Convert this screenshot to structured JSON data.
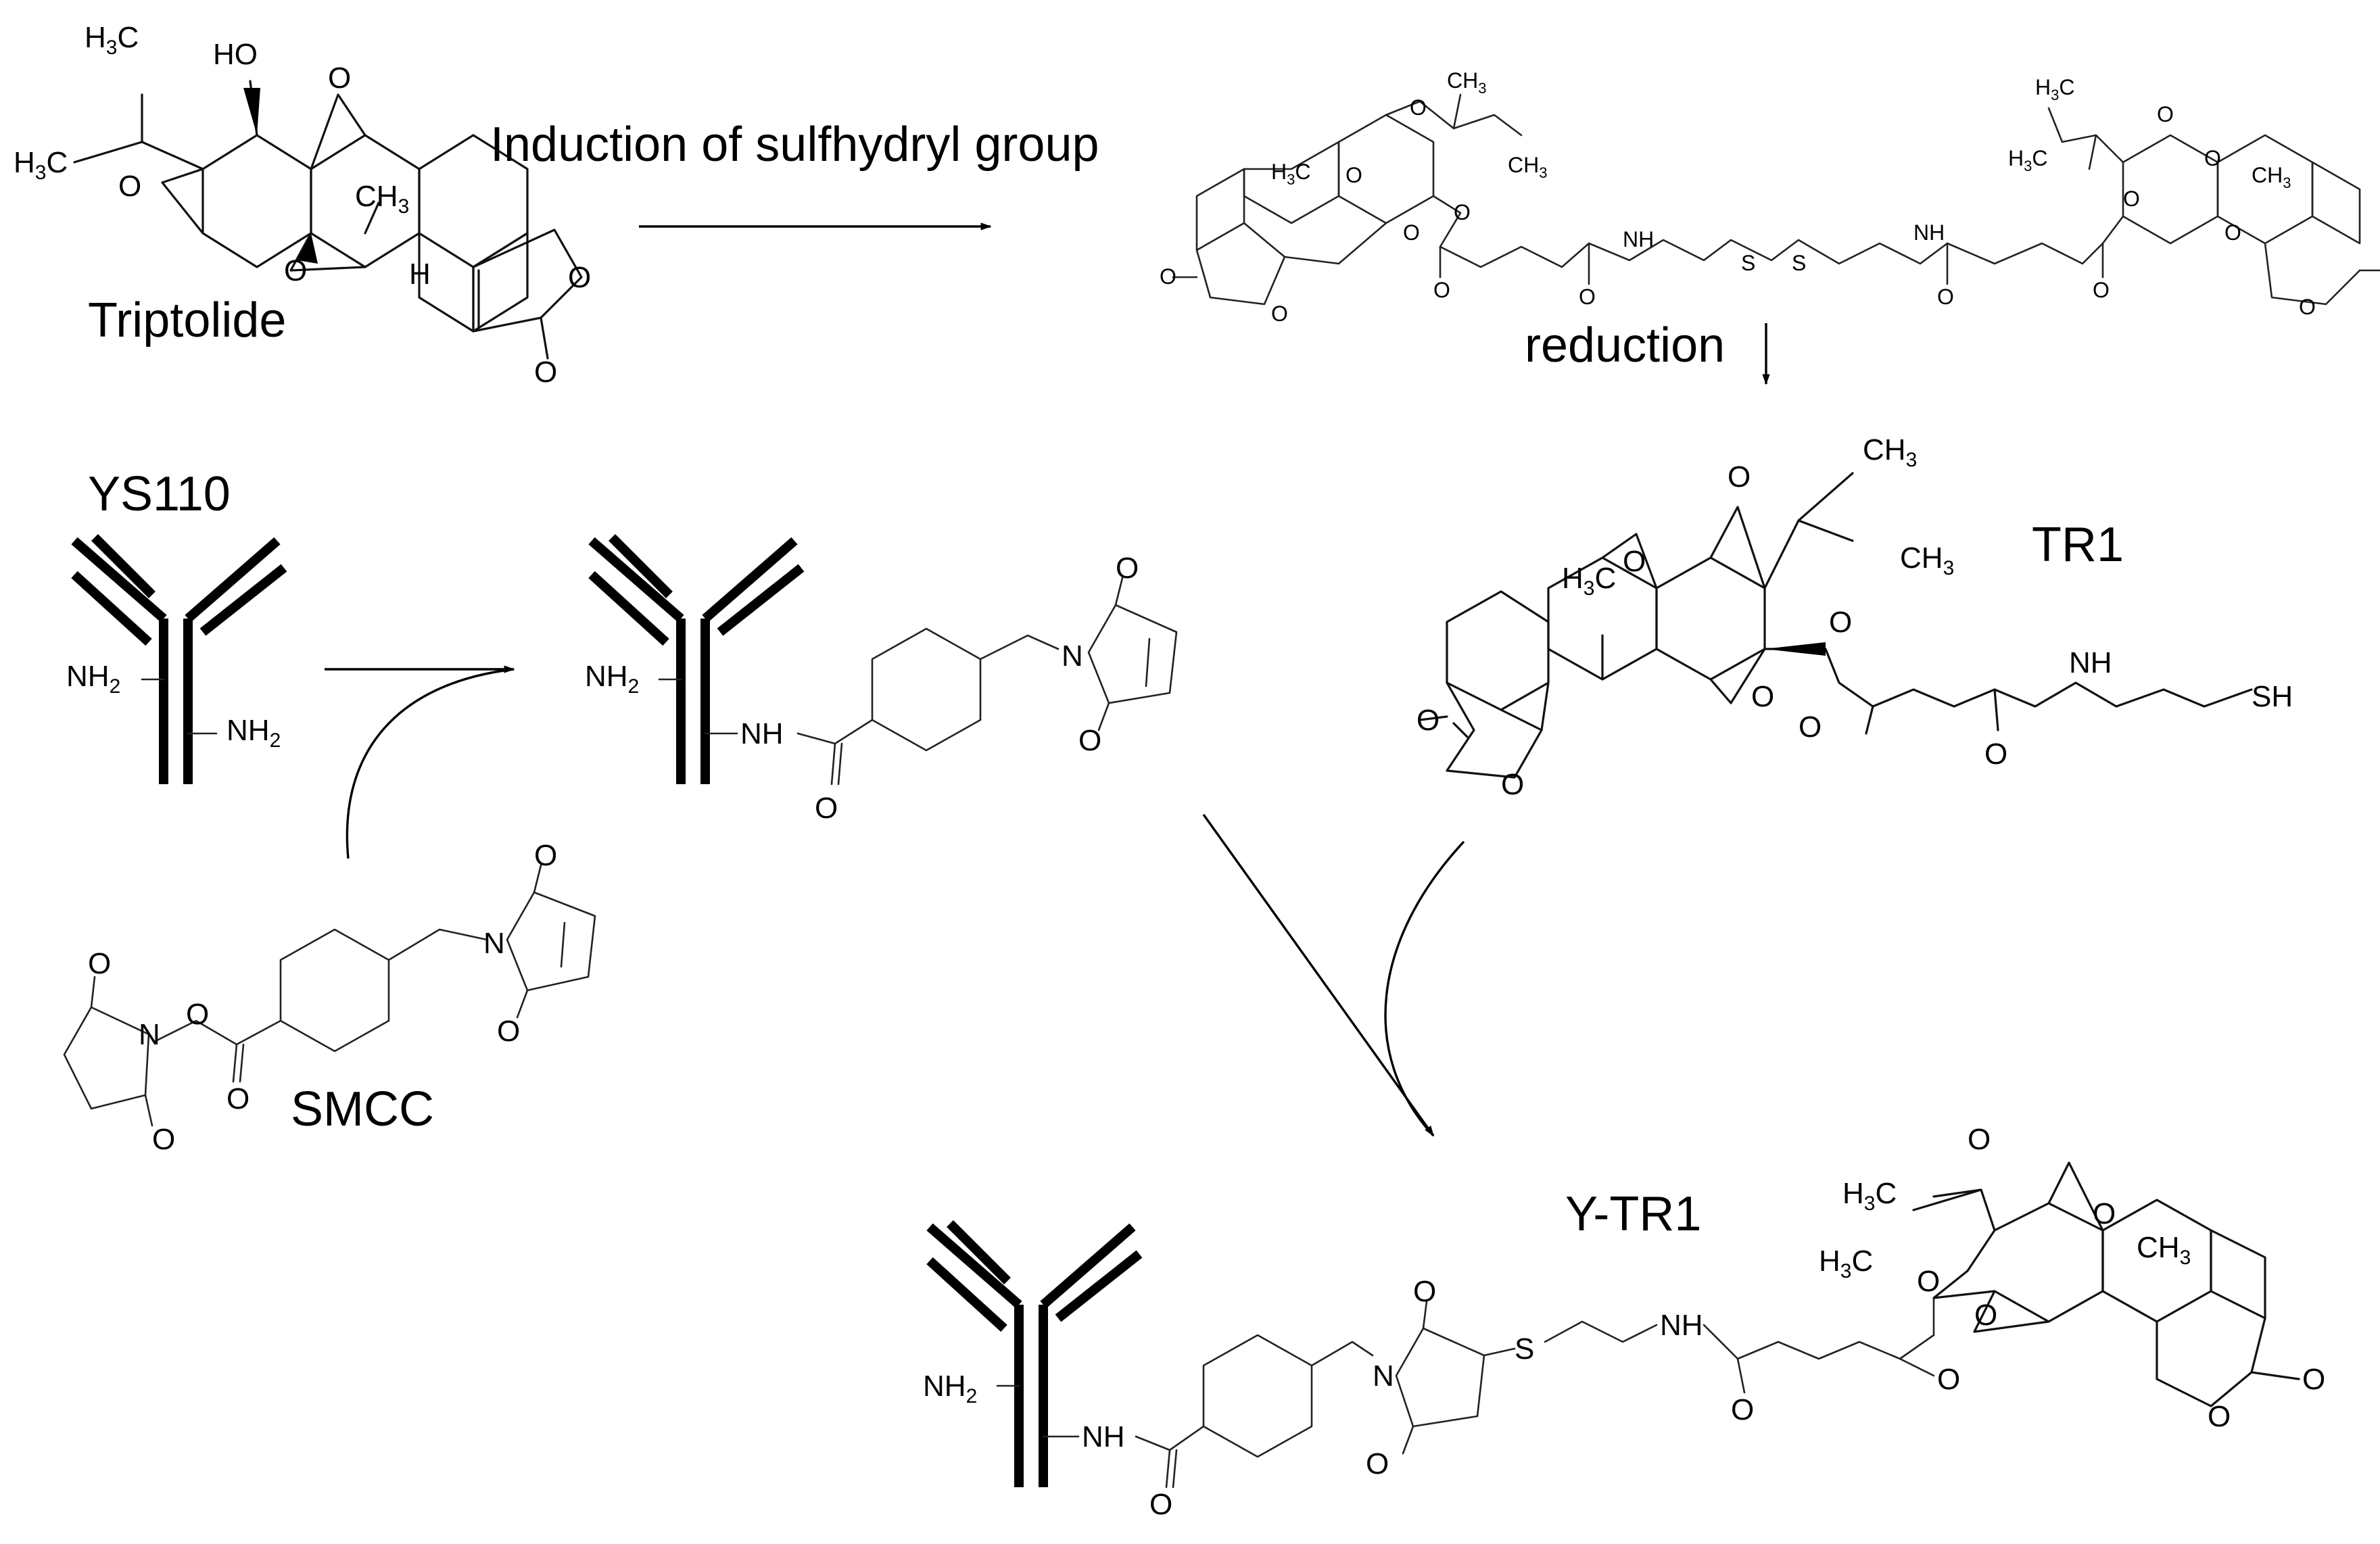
{
  "labels": {
    "triptolide": "Triptolide",
    "induction": "Induction of sulfhydryl group",
    "reduction": "reduction",
    "ys110": "YS110",
    "tr1": "TR1",
    "smcc": "SMCC",
    "y_tr1": "Y-TR1"
  },
  "atoms": {
    "ho": "HO",
    "h": "H",
    "o": "O",
    "nh": "NH",
    "nh2": "NH",
    "n": "N",
    "s": "S",
    "sh": "SH",
    "ch3": "CH",
    "h3c": "H",
    "sub3": "3",
    "sub2": "2",
    "c_after_h3": "C"
  }
}
